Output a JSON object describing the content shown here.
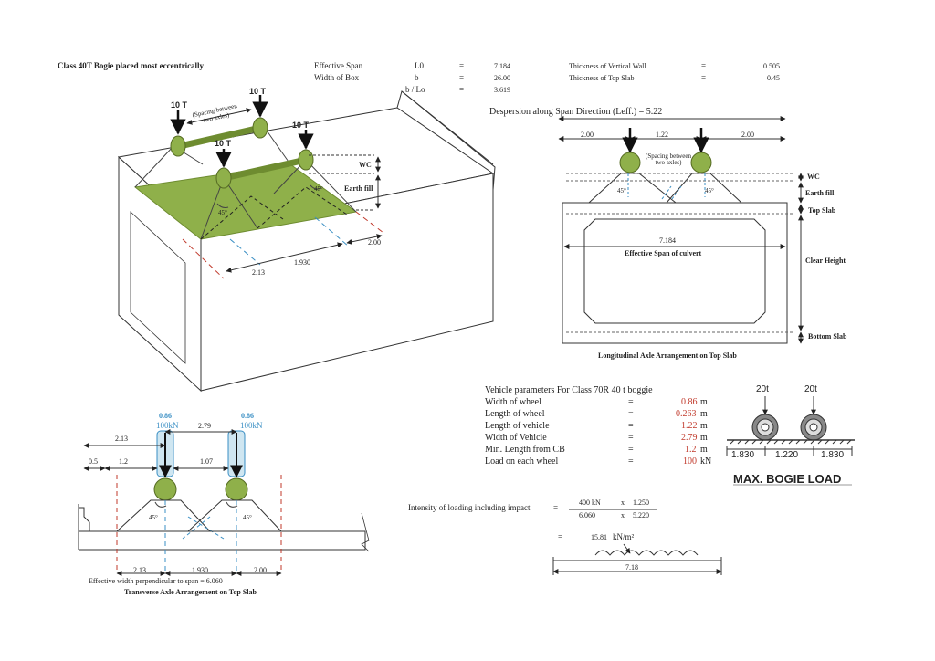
{
  "header": {
    "title": "Class 40T Bogie placed most eccentrically",
    "params": [
      {
        "label": "Effective Span",
        "symbol": "L0",
        "eq": "=",
        "value": "7.184"
      },
      {
        "label": "Width of Box",
        "symbol": "b",
        "eq": "=",
        "value": "26.00"
      },
      {
        "label": "",
        "symbol": "b / Lo",
        "eq": "=",
        "value": "3.619"
      }
    ],
    "thickness": [
      {
        "label": "Thickness of Vertical Wall",
        "eq": "=",
        "value": "0.505"
      },
      {
        "label": "Thickness of Top Slab",
        "eq": "=",
        "value": "0.45"
      }
    ]
  },
  "iso": {
    "loads": [
      "10 T",
      "10 T",
      "10 T",
      "10 T"
    ],
    "spacing_note": "(Spacing between two axles)",
    "wc": "WC",
    "earth_fill": "Earth fill",
    "angle": "45°",
    "dims": [
      "2.00",
      "2.13",
      "1.930"
    ]
  },
  "longitudinal": {
    "dispersion": "Despersion along Span Direction (Leff.) = 5.22",
    "dims_top": [
      "2.00",
      "1.22",
      "2.00"
    ],
    "spacing_note": "(Spacing between two axles)",
    "angle": "45°",
    "labels": [
      "WC",
      "Earth fill",
      "Top Slab",
      "Clear Height",
      "Bottom Slab"
    ],
    "span": "7.184",
    "span_label": "Effective Span of culvert",
    "caption": "Longitudinal Axle Arrangement on Top Slab"
  },
  "vehicle": {
    "heading": "Vehicle parameters For Class 70R 40 t boggie",
    "rows": [
      {
        "label": "Width of wheel",
        "eq": "=",
        "value": "0.86",
        "unit": "m"
      },
      {
        "label": "Length of wheel",
        "eq": "=",
        "value": "0.263",
        "unit": "m"
      },
      {
        "label": "Length of vehicle",
        "eq": "=",
        "value": "1.22",
        "unit": "m"
      },
      {
        "label": "Width of Vehicle",
        "eq": "=",
        "value": "2.79",
        "unit": "m"
      },
      {
        "label": "Min. Length from CB",
        "eq": "=",
        "value": "1.2",
        "unit": "m"
      },
      {
        "label": "Load on each wheel",
        "eq": "=",
        "value": "100",
        "unit": "kN"
      }
    ]
  },
  "bogie": {
    "loads": [
      "20t",
      "20t"
    ],
    "dims": [
      "1.830",
      "1.220",
      "1.830"
    ],
    "title": "MAX. BOGIE LOAD"
  },
  "intensity": {
    "label": "Intensity of loading including impact",
    "eq": "=",
    "num_a": "400 kN",
    "x1": "x",
    "num_b": "1.250",
    "den_a": "6.060",
    "x2": "x",
    "den_b": "5.220",
    "eq2": "=",
    "result": "15.81",
    "unit": "kN/m²",
    "span": "7.18"
  },
  "transverse": {
    "wheel_width": [
      "0.86",
      "0.86"
    ],
    "loads": [
      "100kN",
      "100kN"
    ],
    "dims_top": [
      "2.13",
      "2.79"
    ],
    "dims_mid": [
      "0.5",
      "1.2",
      "1.07"
    ],
    "angle": "45°",
    "dims_bottom": [
      "2.13",
      "1.930",
      "2.00"
    ],
    "eff_width": "Effective width perpendicular to span = 6.060",
    "caption": "Transverse Axle Arrangement on Top Slab"
  },
  "colors": {
    "green": "#8fb04a",
    "blue": "#3a8fc4",
    "red": "#c0392b",
    "wheel_blue": "#cfe6f1"
  }
}
